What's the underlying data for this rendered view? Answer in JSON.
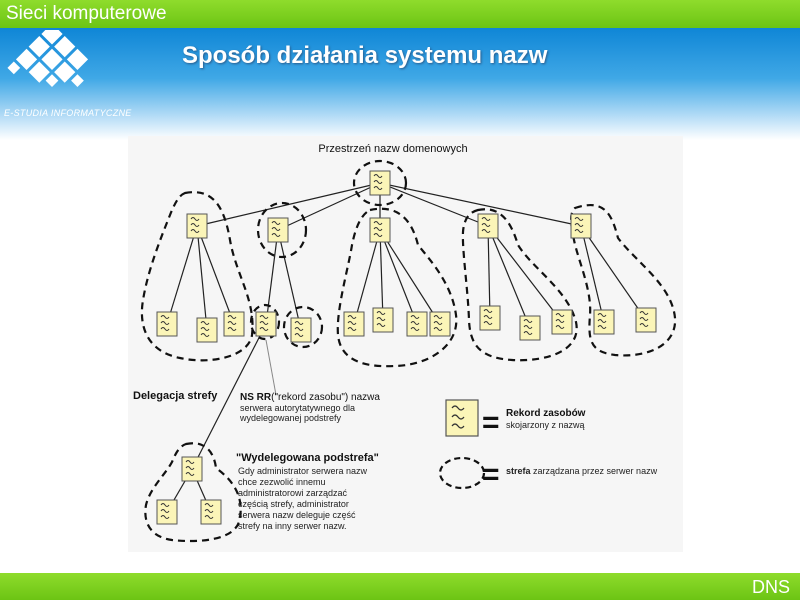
{
  "header": {
    "course_title": "Sieci komputerowe",
    "logo_text": "E-STUDIA INFORMATYCZNE",
    "slide_title": "Sposób działania systemu nazw"
  },
  "footer": {
    "label": "DNS"
  },
  "diagram": {
    "root_label": "Przestrzeń nazw domenowych",
    "delegation_label": "Delegacja strefy",
    "ns_rr": {
      "bold": "NS RR",
      "rest": "(\"rekord zasobu\") nazwa",
      "line2": "serwera autorytatywnego dla",
      "line3": "wydelegowanej podstrefy"
    },
    "subzone": {
      "title": "\"Wydelegowana podstrefa\"",
      "lines": [
        "Gdy administrator serwera nazw",
        "chce zezwolić innemu",
        "administratorowi zarządzać",
        "częścią strefy, administrator",
        "serwera nazw deleguje część",
        "strefy na inny serwer nazw."
      ]
    },
    "legend": {
      "record_eq": "=",
      "record_title": "Rekord zasobów",
      "record_desc": "skojarzony z nazwą",
      "zone_eq": "=",
      "zone_bold": "strefa",
      "zone_desc": " zarządzana przez serwer nazw"
    }
  }
}
